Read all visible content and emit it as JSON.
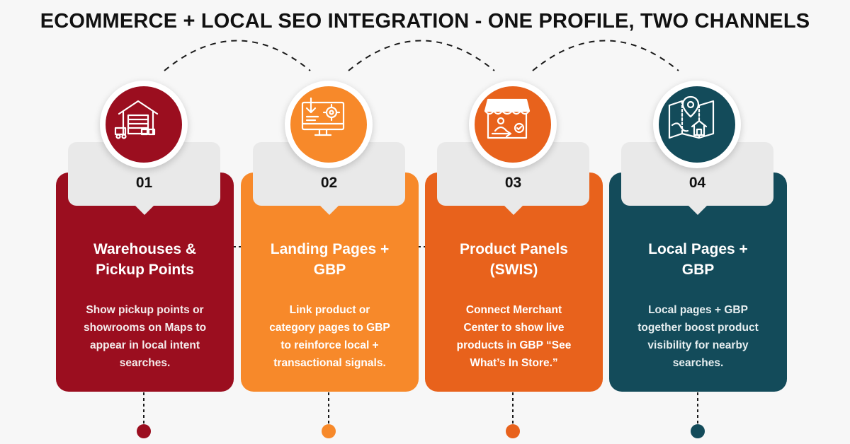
{
  "title": "ECOMMERCE + LOCAL SEO INTEGRATION - ONE PROFILE, TWO CHANNELS",
  "colors": {
    "maroon": "#9b0e1f",
    "orange": "#f7892a",
    "dark_orange": "#e8621c",
    "teal": "#134b5a"
  },
  "steps": [
    {
      "number": "01",
      "icon": "warehouse-icon",
      "heading_line1": "Warehouses &",
      "heading_line2": "Pickup Points",
      "desc_line1": "Show pickup points or",
      "desc_line2": "showrooms on Maps to",
      "desc_line3": "appear in local intent",
      "desc_line4": "searches."
    },
    {
      "number": "02",
      "icon": "landing-page-icon",
      "heading_line1": "Landing Pages +",
      "heading_line2": "GBP",
      "desc_line1": "Link product or",
      "desc_line2": "category pages to GBP",
      "desc_line3": "to reinforce local +",
      "desc_line4": "transactional signals."
    },
    {
      "number": "03",
      "icon": "storefront-icon",
      "heading_line1": "Product Panels",
      "heading_line2": "(SWIS)",
      "desc_line1": "Connect Merchant",
      "desc_line2": "Center to show live",
      "desc_line3": "products in GBP “See",
      "desc_line4": "What’s In Store.”"
    },
    {
      "number": "04",
      "icon": "map-location-icon",
      "heading_line1": "Local Pages +",
      "heading_line2": "GBP",
      "desc_line1": "Local pages + GBP",
      "desc_line2": "together boost product",
      "desc_line3": "visibility for nearby",
      "desc_line4": "searches."
    }
  ]
}
